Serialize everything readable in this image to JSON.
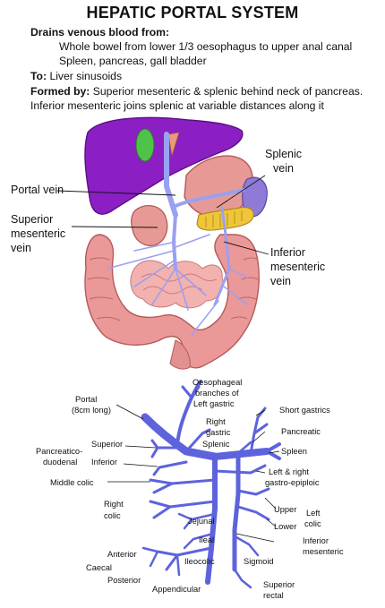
{
  "title": "HEPATIC PORTAL SYSTEM",
  "header": {
    "drains_label": "Drains venous blood from:",
    "drains_line1": "Whole bowel from lower 1/3 oesophagus to upper anal canal",
    "drains_line2": "Spleen, pancreas, gall bladder",
    "to_label": "To:",
    "to_value": "Liver sinusoids",
    "formed_label": "Formed by:",
    "formed_value": "Superior mesenteric & splenic behind neck of pancreas.",
    "formed_line2": "Inferior mesenteric joins splenic at variable distances along it"
  },
  "anatomy_labels": {
    "splenic_1": "Splenic",
    "splenic_2": "vein",
    "portal": "Portal vein",
    "sm_1": "Superior",
    "sm_2": "mesenteric",
    "sm_3": "vein",
    "im_1": "Inferior",
    "im_2": "mesenteric",
    "im_3": "vein"
  },
  "schematic_labels": {
    "oesoph_1": "Oesophageal",
    "oesoph_2": "branches of",
    "oesoph_3": "Left gastric",
    "portal_1": "Portal",
    "portal_2": "(8cm long)",
    "right_gastric_1": "Right",
    "right_gastric_2": "gastric",
    "short_gastrics": "Short gastrics",
    "superior": "Superior",
    "pancreatic": "Pancreatic",
    "splenic": "Splenic",
    "pd_1": "Pancreatico-",
    "pd_2": "duodenal",
    "inferior": "Inferior",
    "spleen": "Spleen",
    "lr_1": "Left & right",
    "lr_2": "gastro-epiploic",
    "middle_colic": "Middle colic",
    "right_colic_1": "Right",
    "right_colic_2": "colic",
    "jejunal": "Jejunal",
    "upper": "Upper",
    "left_colic_1": "Left",
    "left_colic_2": "colic",
    "lower": "Lower",
    "ileal": "Ileal",
    "inf_mes_1": "Inferior",
    "inf_mes_2": "mesenteric",
    "anterior": "Anterior",
    "caecal": "Caecal",
    "ileocolic": "Ileocolic",
    "sigmoid": "Sigmoid",
    "posterior": "Posterior",
    "appendicular": "Appendicular",
    "sup_rectal_1": "Superior",
    "sup_rectal_2": "rectal"
  },
  "colors": {
    "vein": "#5d63dc",
    "liver": "#8c1fc4",
    "gallbladder": "#4fc24a",
    "stomach": "#e79a95",
    "spleen": "#8f7bd6",
    "pancreas": "#efc53a",
    "bowel": "#eb9898"
  }
}
